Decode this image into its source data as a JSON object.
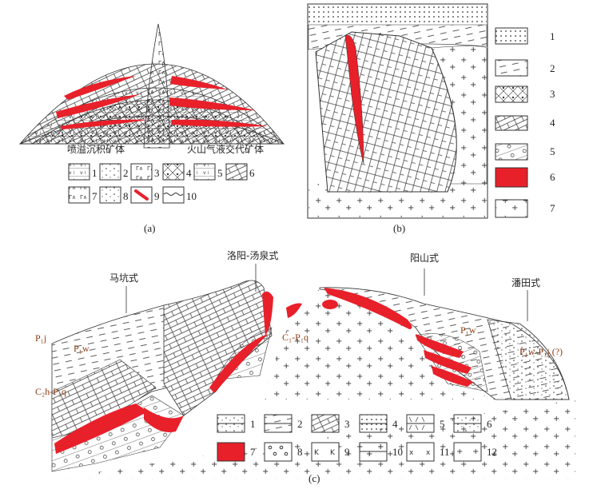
{
  "colors": {
    "ore": "#e8202a",
    "line": "#333333",
    "label": "#8a3d12"
  },
  "panel_a": {
    "caption": "(a)",
    "labels": {
      "exhalative": "喷溢沉积矿体",
      "volcanic": "火山气液交代矿体"
    },
    "legend": [
      "1",
      "2",
      "3",
      "4",
      "5",
      "6",
      "7",
      "8",
      "9",
      "10"
    ]
  },
  "panel_b": {
    "caption": "(b)",
    "legend": [
      "1",
      "2",
      "3",
      "4",
      "5",
      "6",
      "7"
    ]
  },
  "panel_c": {
    "caption": "(c)",
    "types": {
      "makeng": "马坑式",
      "luoyang": "洛阳-汤泉式",
      "yangshan": "阳山式",
      "pantian": "潘田式"
    },
    "strata": {
      "p1j": "P₁j",
      "p1w_left": "P₁w",
      "c2h": "C₂h-P₁q",
      "c1": "C₁-P₁q",
      "p1w_right": "P₁w",
      "p1w_p1j": "P₁w-P₁j (?)"
    },
    "legend": [
      "1",
      "2",
      "3",
      "4",
      "5",
      "6",
      "7",
      "8",
      "9",
      "10",
      "11",
      "12"
    ]
  }
}
